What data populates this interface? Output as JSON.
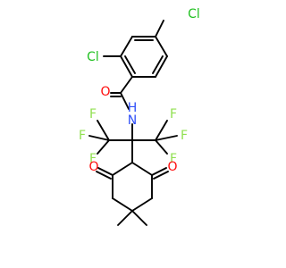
{
  "molecule": {
    "atom_labels": {
      "cl_ring_top": "Cl",
      "cl_ring_ortho": "Cl",
      "carbonyl_o": "O",
      "amide_nh": "N",
      "amide_h": "H",
      "f_left_top": "F",
      "f_left_mid": "F",
      "f_left_bottom": "F",
      "f_right_top": "F",
      "f_right_mid": "F",
      "f_right_bottom": "F",
      "ketone_o_left": "O",
      "ketone_o_right": "O"
    },
    "colors": {
      "bond": "#000000",
      "chlorine": "#1fc01f",
      "oxygen": "#ff0d0d",
      "nitrogen": "#3050f8",
      "fluorine": "#90e050"
    }
  }
}
